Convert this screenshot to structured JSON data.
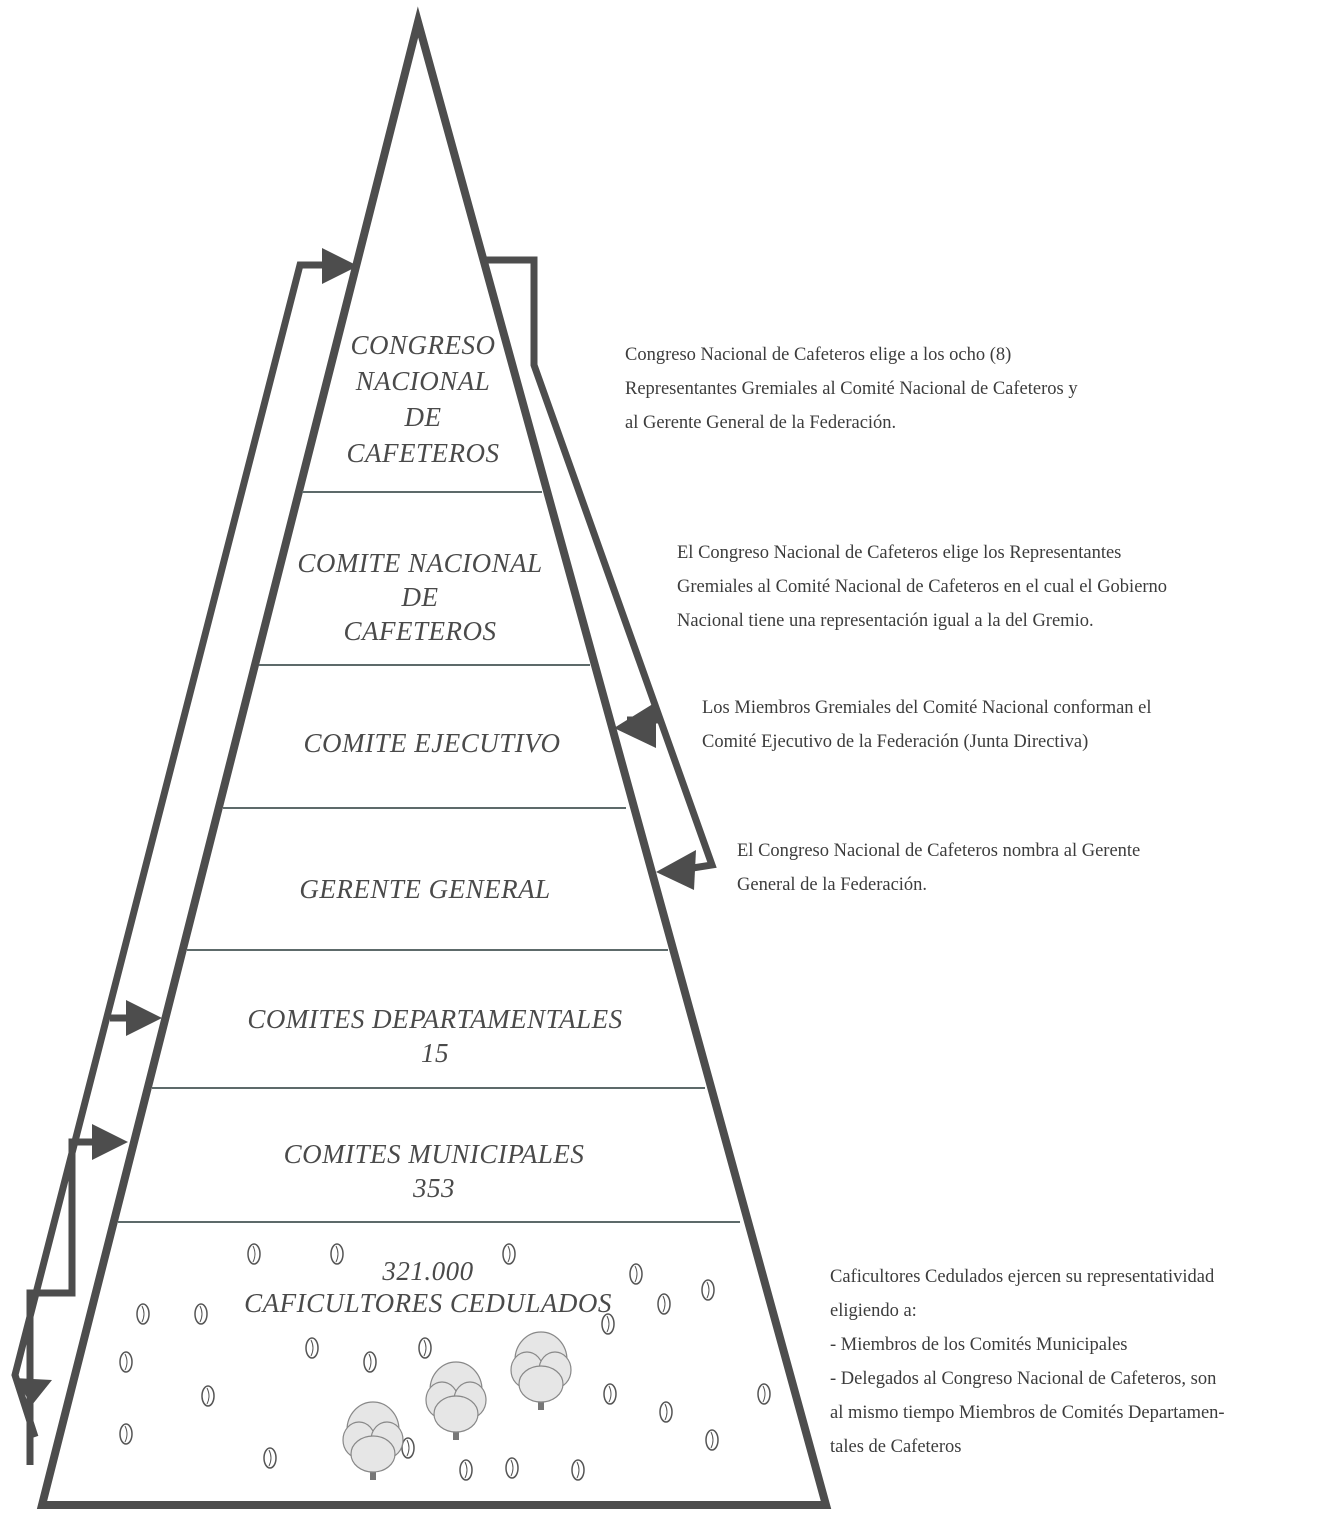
{
  "levels": [
    {
      "id": "congreso",
      "lines": [
        "CONGRESO",
        "NACIONAL",
        "DE",
        "CAFETEROS"
      ]
    },
    {
      "id": "comite-nacional",
      "lines": [
        "COMITE NACIONAL",
        "DE",
        "CAFETEROS"
      ]
    },
    {
      "id": "comite-ejecutivo",
      "lines": [
        "COMITE EJECUTIVO"
      ]
    },
    {
      "id": "gerente",
      "lines": [
        "GERENTE GENERAL"
      ]
    },
    {
      "id": "departamentales",
      "lines": [
        "COMITES DEPARTAMENTALES",
        "15"
      ]
    },
    {
      "id": "municipales",
      "lines": [
        "COMITES MUNICIPALES",
        "353"
      ]
    },
    {
      "id": "caficultores",
      "lines": [
        "321.000",
        "CAFICULTORES  CEDULADOS"
      ]
    }
  ],
  "descriptions": {
    "congreso": [
      "Congreso Nacional de Cafeteros elige a los ocho (8)",
      "Representantes Gremiales al Comité Nacional de Cafeteros y",
      "al Gerente General de la Federación."
    ],
    "comite_nacional": [
      "El Congreso Nacional de Cafeteros elige los Representantes",
      "Gremiales al Comité Nacional de Cafeteros en el cual el Gobierno",
      "Nacional tiene una representación igual a la del Gremio."
    ],
    "comite_ejecutivo": [
      "Los Miembros Gremiales del Comité Nacional conforman el",
      "Comité Ejecutivo de la Federación (Junta Directiva)"
    ],
    "gerente": [
      "El Congreso Nacional de Cafeteros nombra al Gerente",
      "General de la Federación."
    ],
    "caficultores": [
      "Caficultores Cedulados ejercen su representatividad",
      "eligiendo a:",
      "- Miembros de los Comités Municipales",
      "- Delegados al Congreso Nacional de Cafeteros, son",
      "al mismo tiempo Miembros de Comités Departamen-",
      "tales de Cafeteros"
    ]
  },
  "colors": {
    "outline": "#4d4d4d",
    "divider": "#5d6a6a",
    "text": "#4a4a4a",
    "desc_text": "#3c3c3c"
  }
}
